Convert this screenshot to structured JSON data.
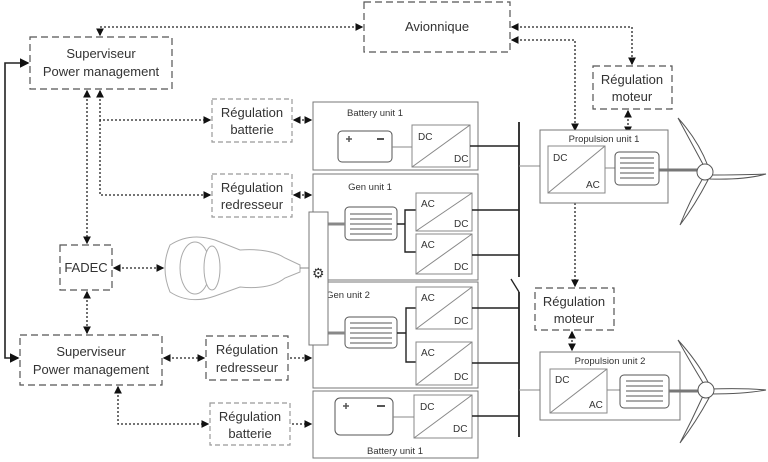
{
  "blocks": {
    "avionique": "Avionnique",
    "superviseur_top": [
      "Superviseur",
      "Power management"
    ],
    "superviseur_bottom": [
      "Superviseur",
      "Power management"
    ],
    "reg_batterie_top": [
      "Régulation",
      "batterie"
    ],
    "reg_redresseur_top": [
      "Régulation",
      "redresseur"
    ],
    "reg_moteur_top": [
      "Régulation",
      "moteur"
    ],
    "reg_moteur_bottom": [
      "Régulation",
      "moteur"
    ],
    "reg_redresseur_bottom": [
      "Régulation",
      "redresseur"
    ],
    "reg_batterie_bottom": [
      "Régulation",
      "batterie"
    ],
    "fadec": "FADEC"
  },
  "units": {
    "battery_top": "Battery unit 1",
    "gen1": "Gen unit 1",
    "gen2": "Gen unit 2",
    "battery_bottom": "Battery unit 1",
    "prop1": "Propulsion unit 1",
    "prop2": "Propulsion unit 2"
  },
  "converters": {
    "dc": "DC",
    "ac": "AC"
  }
}
